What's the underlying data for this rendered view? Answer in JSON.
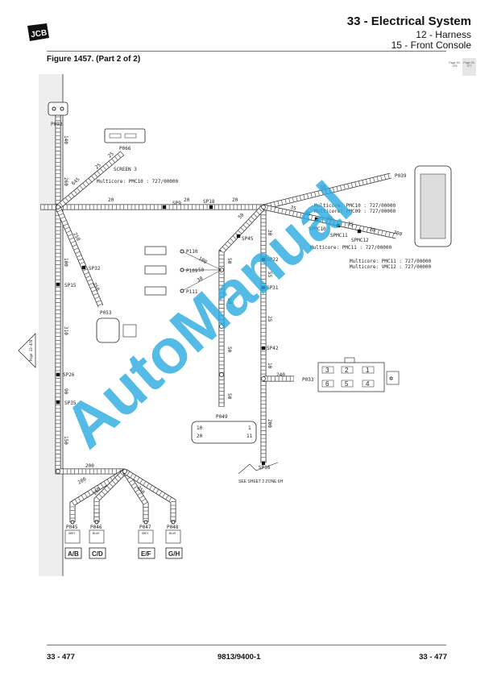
{
  "header": {
    "logo": "JCB",
    "title": "33 - Electrical System",
    "sub1": "12 - Harness",
    "sub2": "15 - Front Console"
  },
  "figure_title": "Figure 1457. (Part 2 of 2)",
  "side_tabs": [
    {
      "label": "Page 33-478"
    },
    {
      "label": "Page 33-477"
    }
  ],
  "diagram": {
    "connectors": [
      "P093",
      "P066",
      "P053",
      "P110",
      "P109",
      "P111",
      "P049",
      "P039",
      "P033",
      "P045",
      "P046",
      "P047",
      "P048",
      "SP16"
    ],
    "splices": [
      "SP9",
      "SP18",
      "SP15",
      "SP32",
      "SP26",
      "SP35",
      "SP45",
      "SP22",
      "SP31",
      "SP42",
      "SPMC10",
      "SPMC11",
      "SPMC12"
    ],
    "lengths": [
      "140",
      "260",
      "100",
      "310",
      "90",
      "150",
      "645",
      "25",
      "25",
      "20",
      "20",
      "20",
      "250",
      "250",
      "50",
      "50",
      "50",
      "50",
      "50",
      "100",
      "50",
      "30",
      "30",
      "55",
      "25",
      "10",
      "200",
      "240",
      "30",
      "35",
      "35",
      "35",
      "35",
      "70",
      "700",
      "200",
      "200",
      "250",
      "250"
    ],
    "notes": [
      "SCREEN 3",
      "Multicore: PMC10 : 727/00000",
      "Multicore: PMC10 : 727/00000",
      "Multicore: PMC09 : 727/00000",
      "Multicore: PMC11 : 727/00000",
      "Multicore: PMC11 : 727/00000",
      "Multicore: VMC12 : 727/00000",
      "SEE SHEET 2 ZONE 6H",
      "Page 33-478"
    ],
    "p033_pins": [
      "3",
      "2",
      "1",
      "6",
      "5",
      "4"
    ],
    "p049_pins": [
      "10",
      "1",
      "20",
      "11"
    ],
    "colour_tags": [
      "GREY",
      "BLUE",
      "GREY",
      "BLUE"
    ],
    "zone_labels": [
      "A/B",
      "C/D",
      "E/F",
      "G/H"
    ],
    "watermark": "AutoManual"
  },
  "footer": {
    "left": "33 - 477",
    "center": "9813/9400-1",
    "right": "33 - 477"
  }
}
